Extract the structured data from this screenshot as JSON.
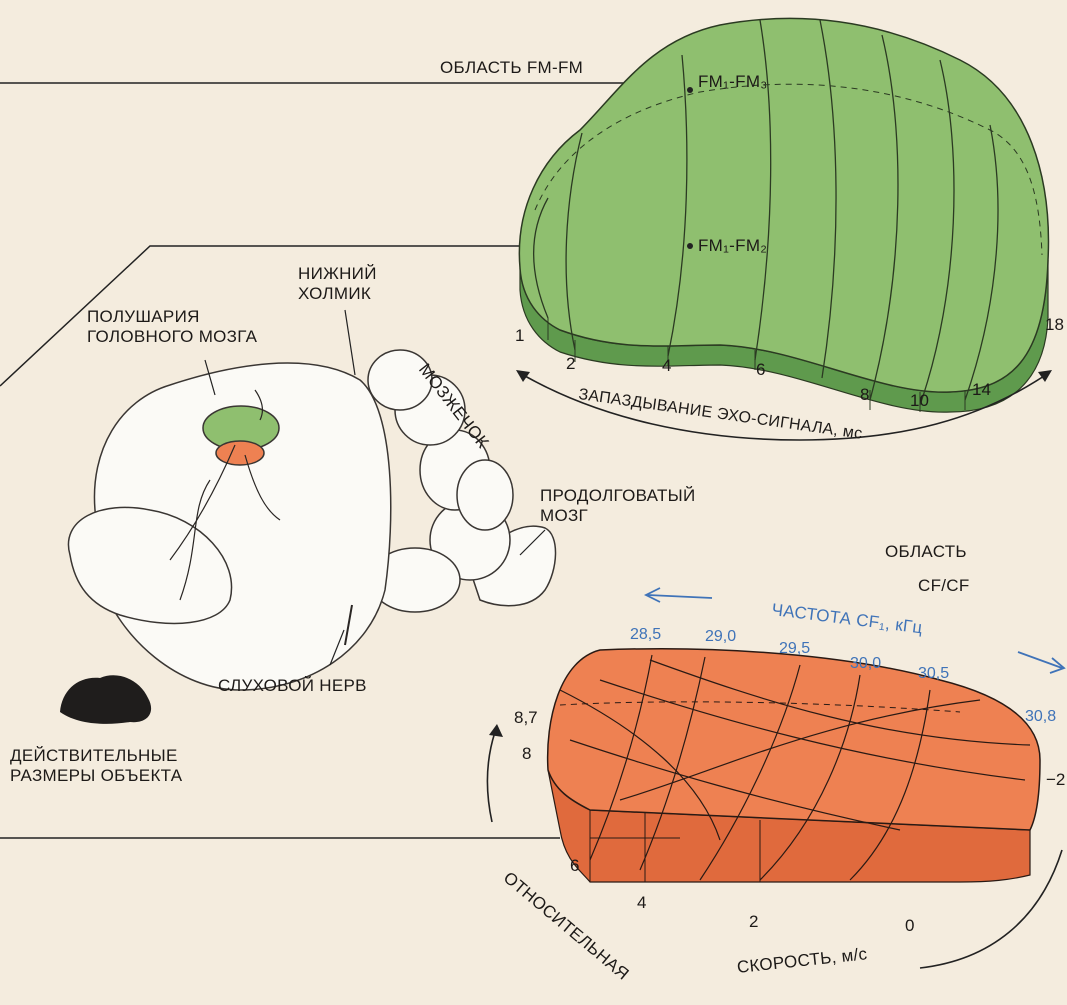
{
  "labels": {
    "fm_area": "ОБЛАСТЬ FM-FM",
    "fm1_fm3": "FM₁-FM₃",
    "fm1_fm2": "FM₁-FM₂",
    "inferior_colliculus_1": "НИЖНИЙ",
    "inferior_colliculus_2": "ХОЛМИК",
    "hemispheres_1": "ПОЛУШАРИЯ",
    "hemispheres_2": "ГОЛОВНОГО МОЗГА",
    "cerebellum": "МОЗЖЕЧОК",
    "medulla_1": "ПРОДОЛГОВАТЫЙ",
    "medulla_2": "МОЗГ",
    "auditory_nerve": "СЛУХОВОЙ НЕРВ",
    "actual_size_1": "ДЕЙСТВИТЕЛЬНЫЕ",
    "actual_size_2": "РАЗМЕРЫ ОБЪЕКТА",
    "cf_area_1": "ОБЛАСТЬ",
    "cf_area_2": "CF/CF",
    "cf_frequency": "ЧАСТОТА CF₁, кГц",
    "echo_delay": "ЗАПАЗДЫВАНИЕ ЭХО-СИГНАЛА, мс",
    "relative": "ОТНОСИТЕЛЬНАЯ",
    "speed": "СКОРОСТЬ, м/с"
  },
  "delay_ticks": [
    "1",
    "2",
    "4",
    "6",
    "8",
    "10",
    "14",
    "18"
  ],
  "frequency_ticks": [
    "28,5",
    "29,0",
    "29,5",
    "30,0",
    "30,5",
    "30,8"
  ],
  "velocity_ticks_left": [
    "8,7",
    "8"
  ],
  "velocity_ticks_bottom": [
    "6",
    "4",
    "2",
    "0"
  ],
  "velocity_tick_right": "−2",
  "colors": {
    "background": "#f4ecde",
    "fm_region": "#8fbf6f",
    "fm_region_side": "#5f9a4d",
    "cf_region": "#ee8152",
    "cf_region_side": "#e06a3d",
    "brain_fill": "#fbfaf6",
    "arrow_blue": "#3f73b8",
    "silhouette": "#1f1d1c"
  }
}
